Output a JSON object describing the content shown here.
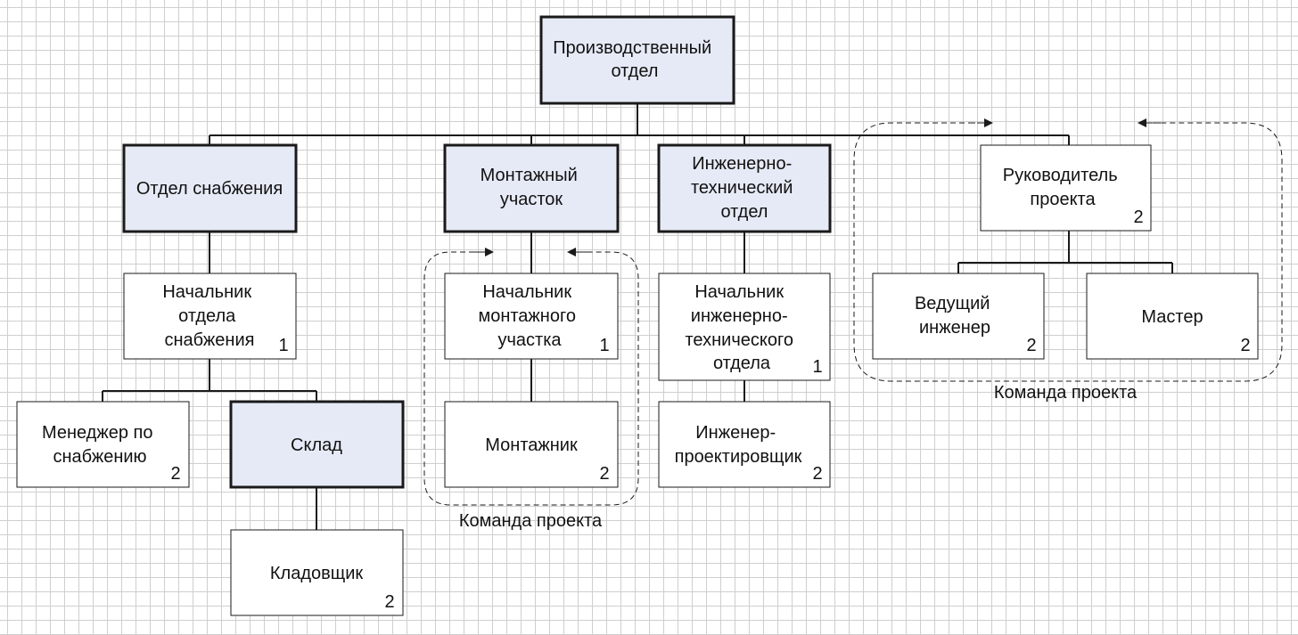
{
  "nodes": {
    "production": {
      "lines": [
        "Производственный",
        "отдел"
      ]
    },
    "supply": {
      "lines": [
        "Отдел снабжения"
      ]
    },
    "assembly": {
      "lines": [
        "Монтажный",
        "участок"
      ]
    },
    "engineering": {
      "lines": [
        "Инженерно-",
        "технический",
        "отдел"
      ]
    },
    "pm": {
      "lines": [
        "Руководитель",
        "проекта"
      ],
      "badge": "2"
    },
    "supply_head": {
      "lines": [
        "Начальник",
        "отдела",
        "снабжения"
      ],
      "badge": "1"
    },
    "supply_manager": {
      "lines": [
        "Менеджер по",
        "снабжению"
      ],
      "badge": "2"
    },
    "warehouse": {
      "lines": [
        "Склад"
      ]
    },
    "storekeeper": {
      "lines": [
        "Кладовщик"
      ],
      "badge": "2"
    },
    "assembly_head": {
      "lines": [
        "Начальник",
        "монтажного",
        "участка"
      ],
      "badge": "1"
    },
    "assembler": {
      "lines": [
        "Монтажник"
      ],
      "badge": "2"
    },
    "eng_head": {
      "lines": [
        "Начальник",
        "инженерно-",
        "технического",
        "отдела"
      ],
      "badge": "1"
    },
    "designer": {
      "lines": [
        "Инженер-",
        "проектировщик"
      ],
      "badge": "2"
    },
    "lead_engineer": {
      "lines": [
        "Ведущий",
        "инженер"
      ],
      "badge": "2"
    },
    "foreman": {
      "lines": [
        "Мастер"
      ],
      "badge": "2"
    }
  },
  "teams": {
    "assembly_team": {
      "label": "Команда проекта"
    },
    "pm_team": {
      "label": "Команда проекта"
    }
  },
  "colors": {
    "department_fill": "#e6eaf6",
    "line": "#1a1a1a",
    "grid": "#cfcfcf"
  }
}
